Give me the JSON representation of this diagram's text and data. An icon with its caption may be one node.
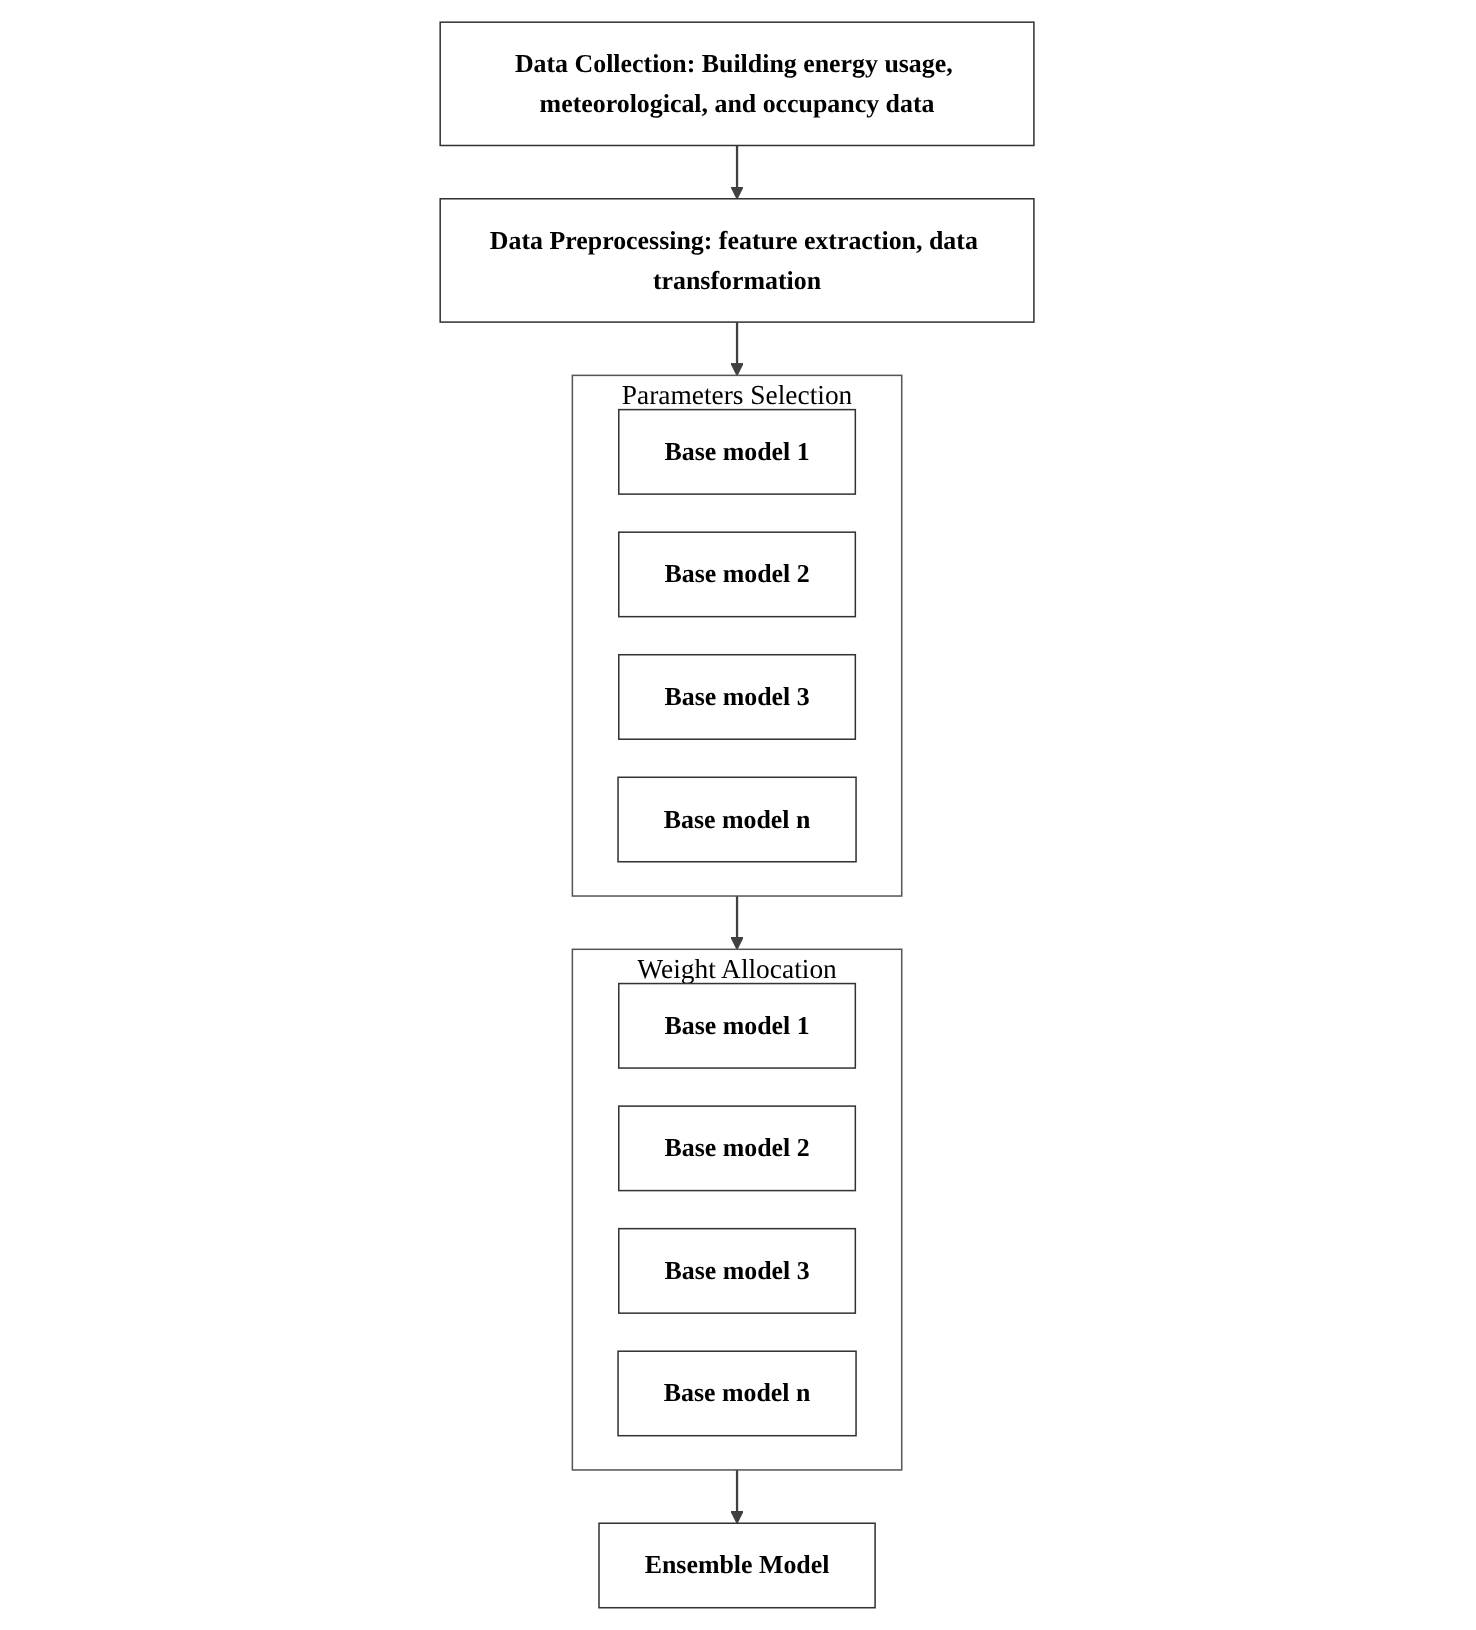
{
  "diagram": {
    "nodes": [
      {
        "text": [
          "**Data Collection:** Building energy usage, meteorological, and occupancy data"
        ]
      },
      {
        "text": [
          "**Data Preprocessing:** feature extraction, data transformation"
        ]
      },
      {
        "text": [
          "Parameters Selection"
        ]
      },
      {
        "text": [
          "Base model 1"
        ],
        "in": 2
      },
      {
        "text": [
          "Base model 2"
        ],
        "in": 2
      },
      {
        "text": [
          "Base model 3"
        ],
        "in": 2
      },
      {
        "text": [
          "Base model n"
        ],
        "in": 2
      },
      {
        "text": [
          "Weight Allocation"
        ]
      },
      {
        "text": [
          "Base model 1"
        ],
        "in": 7
      },
      {
        "text": [
          "Base model 2"
        ],
        "in": 7
      },
      {
        "text": [
          "Base model 3"
        ],
        "in": 7
      },
      {
        "text": [
          "Base model n"
        ],
        "in": 7
      },
      {
        "text": [
          "Ensemble Model"
        ]
      }
    ],
    "edges": [
      {
        "from": 0,
        "to": 1,
        "arrow": "to"
      },
      {
        "from": 1,
        "to": 2,
        "arrow": "to"
      },
      {
        "from": 2,
        "to": 7,
        "arrow": "to"
      },
      {
        "from": 7,
        "to": 12,
        "arrow": "to"
      }
    ]
  }
}
